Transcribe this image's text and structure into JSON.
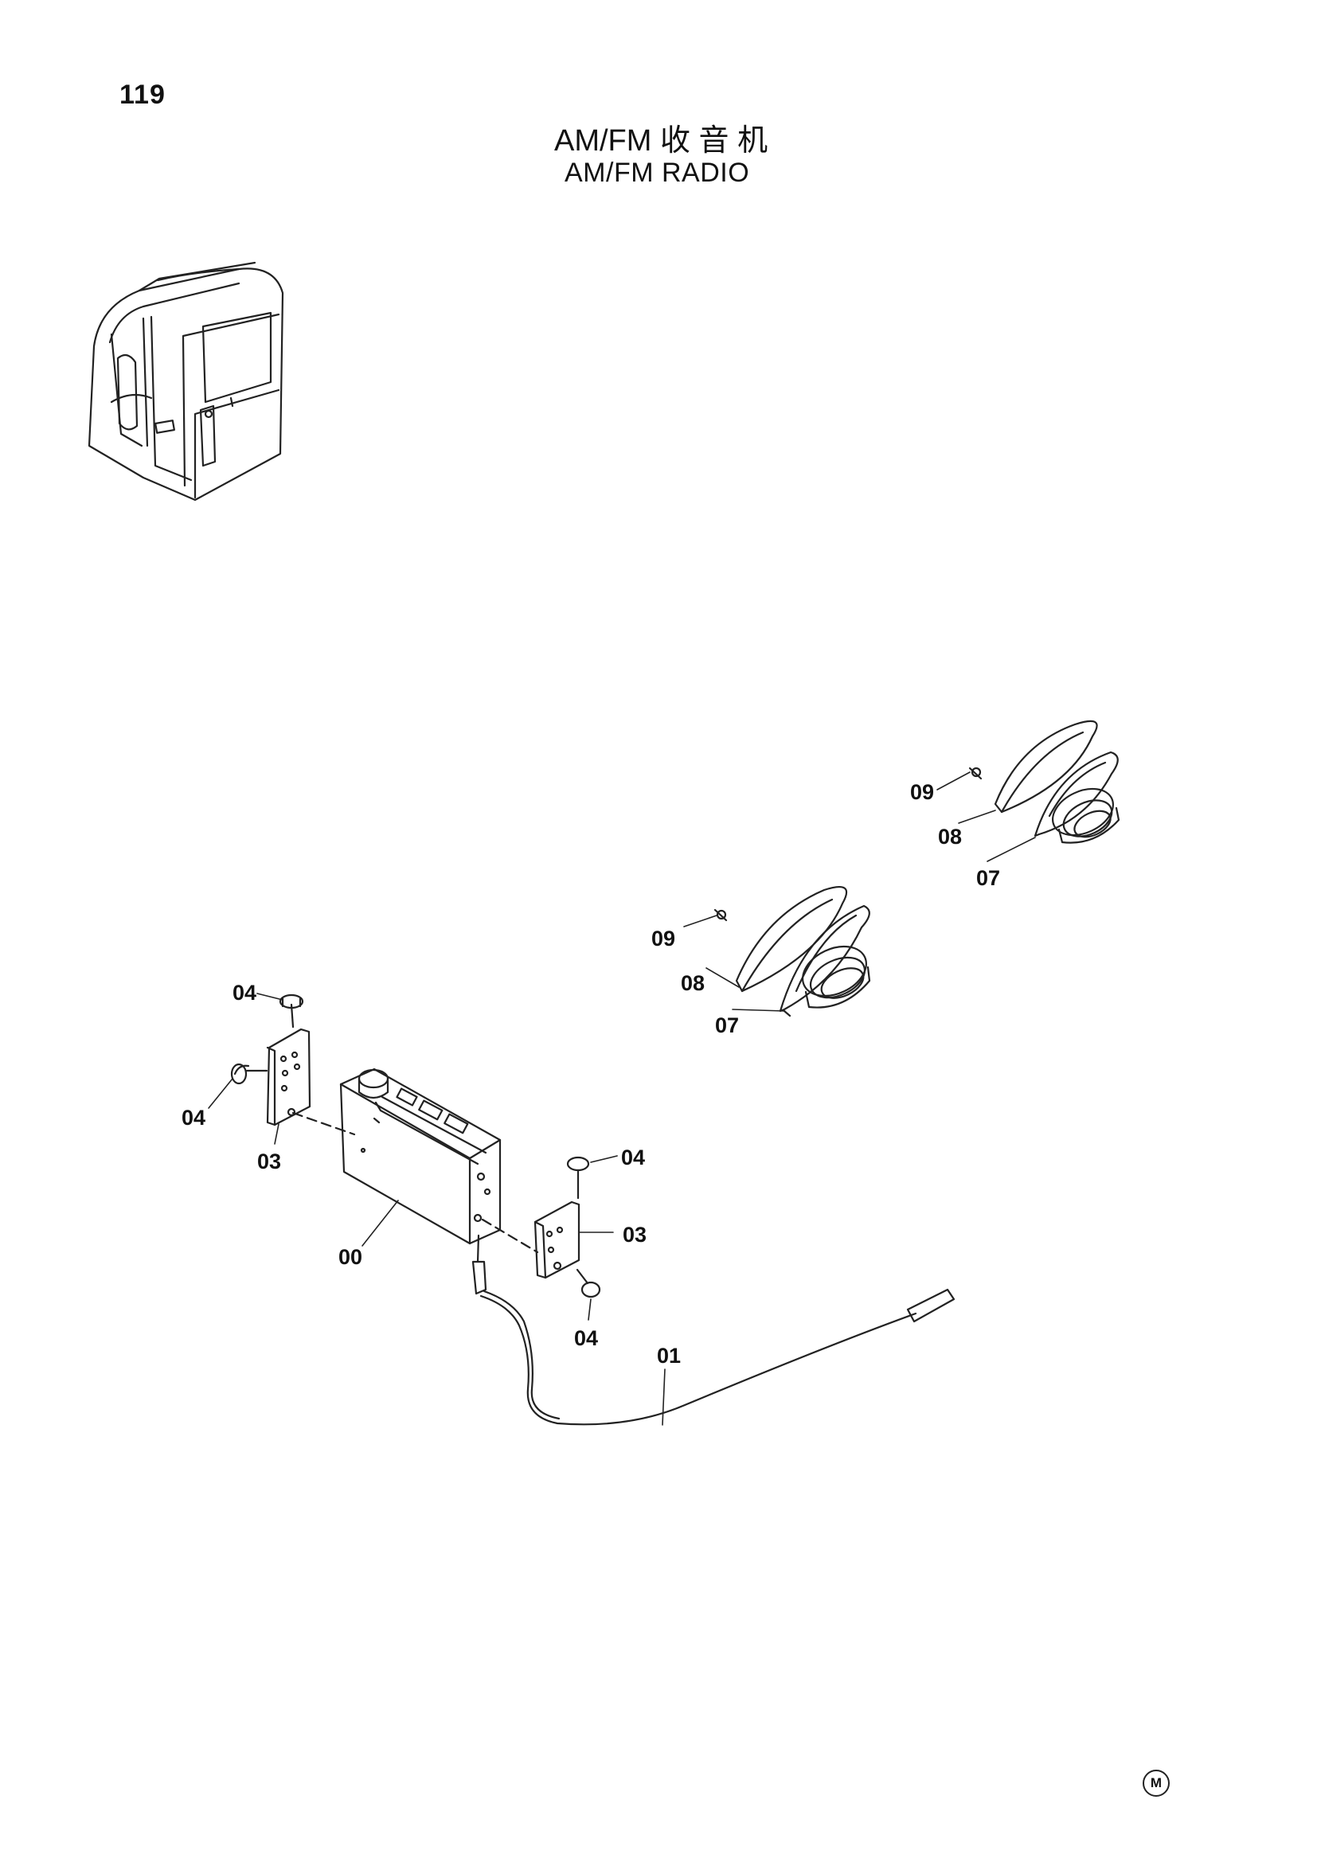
{
  "page": {
    "number": "119"
  },
  "title": {
    "chinese": "AM/FM 收 音 机",
    "english": "AM/FM RADIO"
  },
  "callouts": {
    "c00": "00",
    "c01": "01",
    "c03a": "03",
    "c03b": "03",
    "c04a": "04",
    "c04b": "04",
    "c04c": "04",
    "c04d": "04",
    "c07a": "07",
    "c07b": "07",
    "c08a": "08",
    "c08b": "08",
    "c09a": "09",
    "c09b": "09"
  },
  "footer": {
    "mark": "M"
  },
  "icons": {
    "cab": "excavator-cab-icon"
  }
}
